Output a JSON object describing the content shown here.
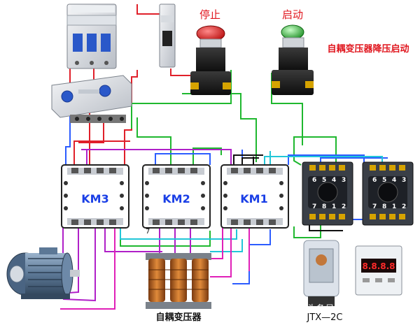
{
  "title": "自耦变压器降压启动",
  "buttons": {
    "stop": {
      "label": "停止",
      "cap_color": "#d81c1c"
    },
    "start": {
      "label": "启动",
      "cap_color": "#3fc43f"
    }
  },
  "contactors": [
    {
      "id": "km3",
      "label": "KM3"
    },
    {
      "id": "km2",
      "label": "KM2"
    },
    {
      "id": "km1",
      "label": "KM1"
    }
  ],
  "km2_terminal_mark": "7",
  "relay_base_pins": {
    "left": {
      "top": [
        "6",
        "5",
        "4",
        "3"
      ],
      "bottom": [
        "7",
        "8",
        "1",
        "2"
      ]
    },
    "right": {
      "top": [
        "6",
        "5",
        "4",
        "3"
      ],
      "bottom": [
        "7",
        "8",
        "1",
        "2"
      ]
    }
  },
  "transformer_label": "自耦变压器",
  "relay_model": "JTX—2C",
  "timer_display": "8.8.8.8",
  "watermark": "头条号",
  "colors": {
    "title": "#e0141c",
    "contactor_label": "#1a3fe6",
    "wire_red": "#e0202a",
    "wire_green": "#1fb82f",
    "wire_blue": "#2c5cff",
    "wire_purple": "#b020c8",
    "wire_cyan": "#22c7d8",
    "wire_magenta": "#e020b8",
    "wire_black": "#111111"
  }
}
